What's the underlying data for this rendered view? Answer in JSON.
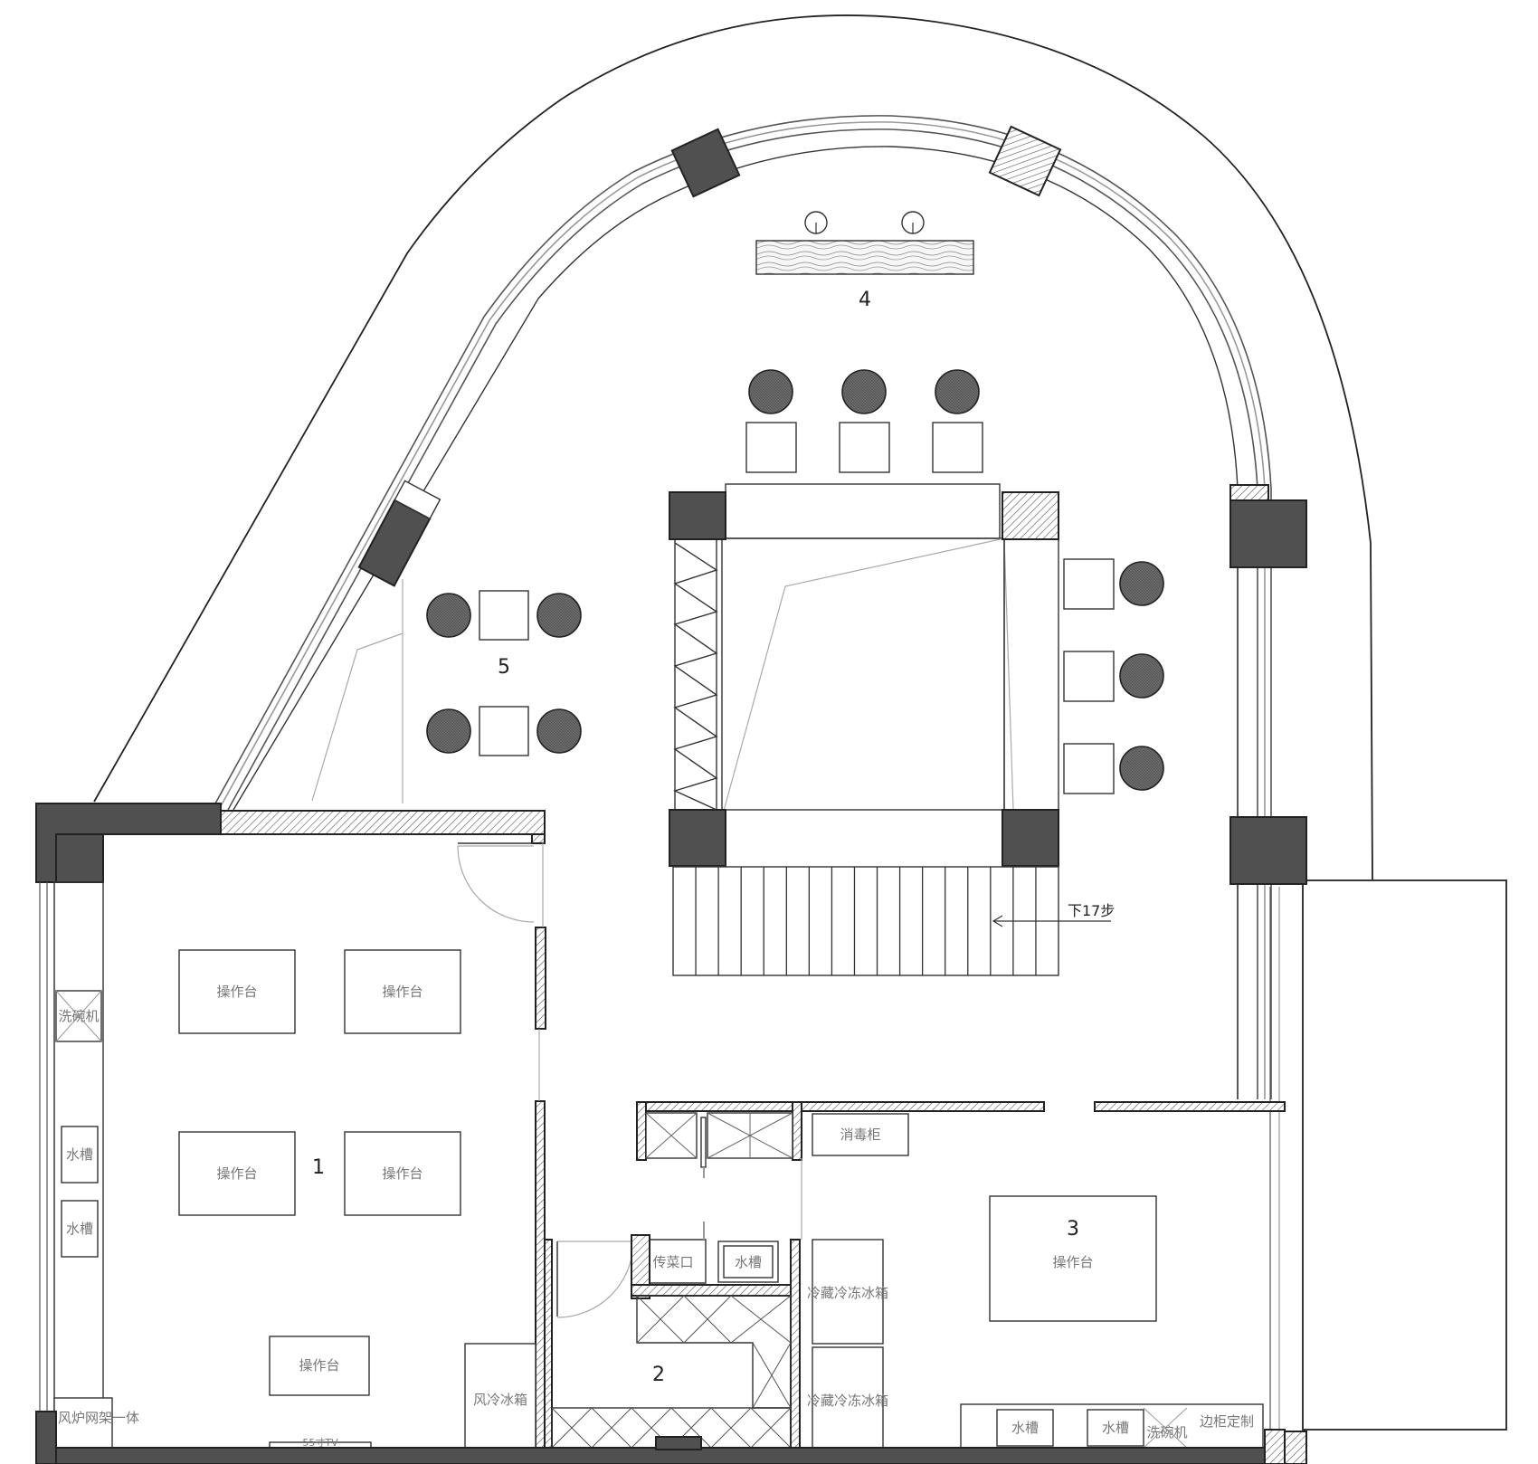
{
  "rooms": {
    "r1": "1",
    "r2": "2",
    "r3": "3",
    "r4": "4",
    "r5": "5"
  },
  "labels": {
    "workbench": "操作台",
    "dishwasher": "洗碗机",
    "sink": "水槽",
    "hood_rack": "风炉网架一体",
    "tv": "55寸TV",
    "air_fridge": "风冷冰箱",
    "pass_window": "传菜口",
    "disinfect_cabinet": "消毒柜",
    "fridge_freezer": "冷藏冷冻冰箱",
    "side_cabinet": "边柜定制"
  },
  "stairs": {
    "note": "下17步",
    "steps": 17
  },
  "colors": {
    "wall_dark": "#505050",
    "line": "#222222",
    "text_label": "#777777"
  }
}
